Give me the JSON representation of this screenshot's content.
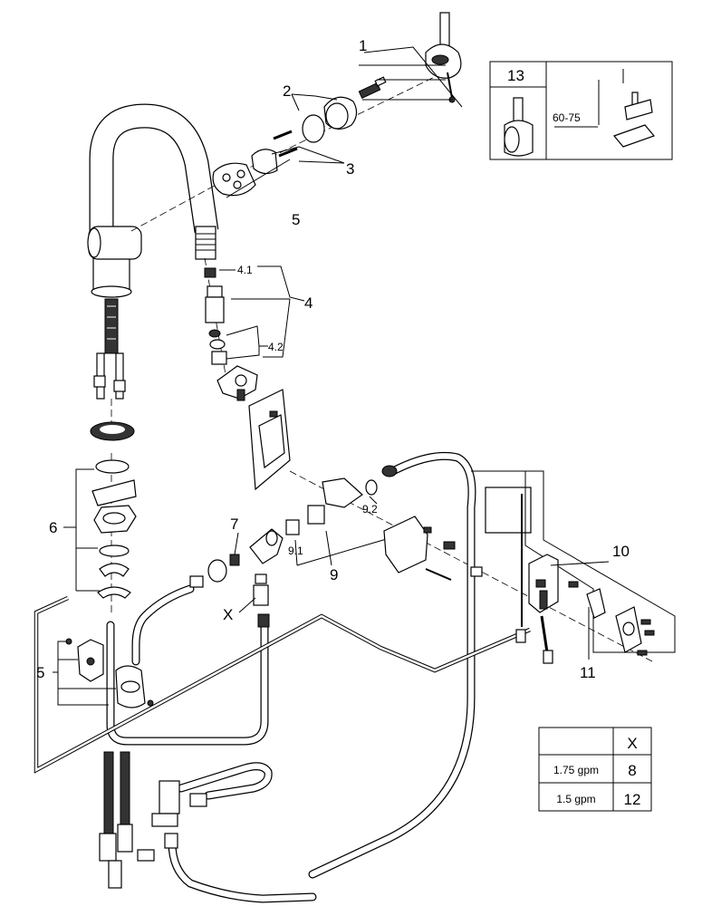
{
  "callouts": {
    "c1": "1",
    "c2": "2",
    "c3": "3",
    "c4": "4",
    "c41": "4.1",
    "c42": "4.2",
    "c5a": "5",
    "c5b": "5",
    "c6": "6",
    "c7": "7",
    "c9": "9",
    "c91": "9.1",
    "c92": "9.2",
    "c10": "10",
    "c11": "11",
    "cx": "X"
  },
  "inset": {
    "number": "13",
    "dimension": "60-75"
  },
  "flow_table": {
    "header": "X",
    "rows": [
      {
        "rate": "1.75 gpm",
        "value": "8"
      },
      {
        "rate": "1.5 gpm",
        "value": "12"
      }
    ]
  }
}
